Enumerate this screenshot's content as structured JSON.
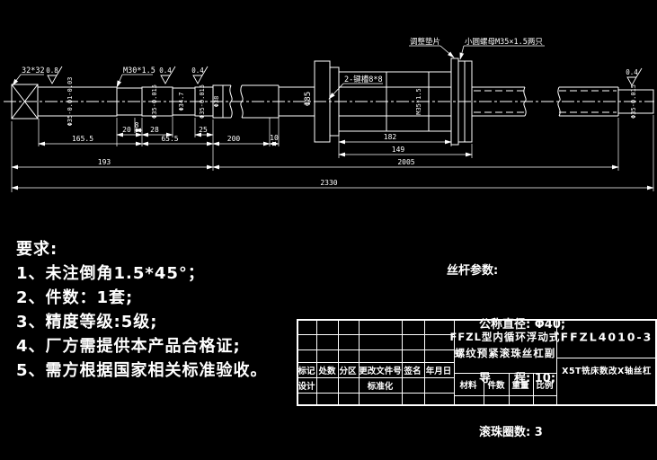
{
  "colors": {
    "background": "#000000",
    "line": "#ffffff"
  },
  "drawing": {
    "callouts": {
      "square_end": "32*32",
      "thread": "M30*1.5",
      "keyway": "2-键槽8*8",
      "washer": "调整垫片",
      "nut": "小圆螺母M35×1.5两只"
    },
    "surface_finish": {
      "sf1": "0.8",
      "sf2": "0.4",
      "sf3": "0.4",
      "sf4": "0.4"
    },
    "diameters": {
      "d1": "Φ35-0.01-0.03",
      "d2": "Φ35-0.015",
      "d3": "Φ34.7",
      "d4": "Φ35-0.015",
      "d5": "Φ38",
      "flange": "Φ85",
      "nut_thread": "M35*1.5",
      "d6": "Φ35-0.015"
    },
    "dims": {
      "d8": "8",
      "d20": "20",
      "d28": "28",
      "d25": "25",
      "l165": "165.5",
      "l65": "65.5",
      "l200": "200",
      "l10": "10",
      "l182": "182",
      "l149": "149",
      "l193": "193",
      "l2005": "2005",
      "l2330": "2330"
    }
  },
  "notes": {
    "title": "要求:",
    "items": [
      "1、未注倒角1.5*45°；",
      "2、件数：1套;",
      "3、精度等级:5级;",
      "4、厂方需提供本产品合格证;",
      "5、需方根据国家相关标准验收。"
    ]
  },
  "screw_params": {
    "title": "丝杆参数:",
    "rows": [
      "公称直径: Φ40;",
      "导　　程: 10;",
      "滚珠圈数: 3"
    ]
  },
  "title_block": {
    "revision_headers": [
      "标记",
      "处数",
      "分区",
      "更改文件号",
      "签名",
      "年月日"
    ],
    "design_label": "设计",
    "standard_label": "标准化",
    "info_headers": [
      "材料",
      "件数",
      "重量",
      "比例"
    ],
    "product_title_line1": "FFZL型内循环浮动式",
    "product_title_line2": "螺纹预紧滚珠丝杠副",
    "drawing_number": "FFZL4010-3",
    "project_name": "X5T铣床数改X轴丝杠"
  }
}
